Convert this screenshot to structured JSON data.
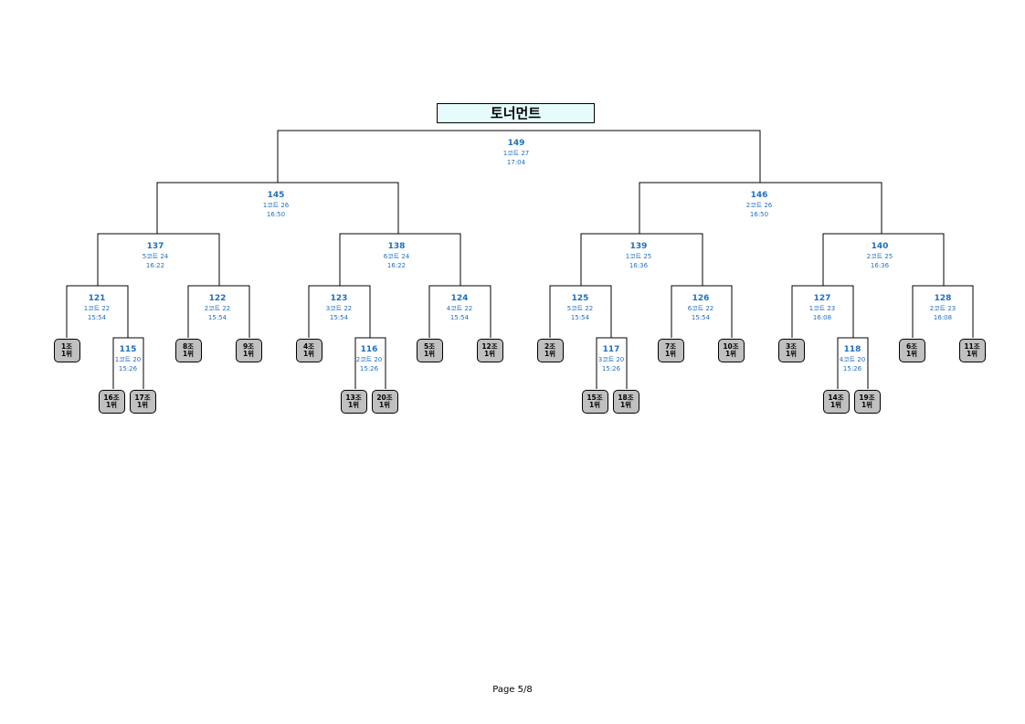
{
  "title": "토너먼트",
  "footer": "Page 5/8",
  "matches": [
    {
      "id": "m149",
      "num": "149",
      "court": "1코트 27",
      "time": "17:04"
    },
    {
      "id": "m145",
      "num": "145",
      "court": "1코트 26",
      "time": "16:50"
    },
    {
      "id": "m146",
      "num": "146",
      "court": "2코트 26",
      "time": "16:50"
    },
    {
      "id": "m137",
      "num": "137",
      "court": "5코트 24",
      "time": "16:22"
    },
    {
      "id": "m138",
      "num": "138",
      "court": "6코트 24",
      "time": "16:22"
    },
    {
      "id": "m139",
      "num": "139",
      "court": "1코트 25",
      "time": "16:36"
    },
    {
      "id": "m140",
      "num": "140",
      "court": "2코트 25",
      "time": "16:36"
    },
    {
      "id": "m121",
      "num": "121",
      "court": "1코트 22",
      "time": "15:54"
    },
    {
      "id": "m122",
      "num": "122",
      "court": "2코트 22",
      "time": "15:54"
    },
    {
      "id": "m123",
      "num": "123",
      "court": "3코트 22",
      "time": "15:54"
    },
    {
      "id": "m124",
      "num": "124",
      "court": "4코트 22",
      "time": "15:54"
    },
    {
      "id": "m125",
      "num": "125",
      "court": "5코트 22",
      "time": "15:54"
    },
    {
      "id": "m126",
      "num": "126",
      "court": "6코트 22",
      "time": "15:54"
    },
    {
      "id": "m127",
      "num": "127",
      "court": "1코트 23",
      "time": "16:08"
    },
    {
      "id": "m128",
      "num": "128",
      "court": "2코트 23",
      "time": "16:08"
    },
    {
      "id": "m115",
      "num": "115",
      "court": "1코트 20",
      "time": "15:26"
    },
    {
      "id": "m116",
      "num": "116",
      "court": "2코트 20",
      "time": "15:26"
    },
    {
      "id": "m117",
      "num": "117",
      "court": "3코트 20",
      "time": "15:26"
    },
    {
      "id": "m118",
      "num": "118",
      "court": "4코트 20",
      "time": "15:26"
    }
  ],
  "teams": [
    {
      "id": "t1",
      "group": "1조",
      "rank": "1위"
    },
    {
      "id": "t16",
      "group": "16조",
      "rank": "1위"
    },
    {
      "id": "t17",
      "group": "17조",
      "rank": "1위"
    },
    {
      "id": "t8",
      "group": "8조",
      "rank": "1위"
    },
    {
      "id": "t9",
      "group": "9조",
      "rank": "1위"
    },
    {
      "id": "t4",
      "group": "4조",
      "rank": "1위"
    },
    {
      "id": "t13",
      "group": "13조",
      "rank": "1위"
    },
    {
      "id": "t20",
      "group": "20조",
      "rank": "1위"
    },
    {
      "id": "t5",
      "group": "5조",
      "rank": "1위"
    },
    {
      "id": "t12",
      "group": "12조",
      "rank": "1위"
    },
    {
      "id": "t2",
      "group": "2조",
      "rank": "1위"
    },
    {
      "id": "t15",
      "group": "15조",
      "rank": "1위"
    },
    {
      "id": "t18",
      "group": "18조",
      "rank": "1위"
    },
    {
      "id": "t7",
      "group": "7조",
      "rank": "1위"
    },
    {
      "id": "t10",
      "group": "10조",
      "rank": "1위"
    },
    {
      "id": "t3",
      "group": "3조",
      "rank": "1위"
    },
    {
      "id": "t14",
      "group": "14조",
      "rank": "1위"
    },
    {
      "id": "t19",
      "group": "19조",
      "rank": "1위"
    },
    {
      "id": "t6",
      "group": "6조",
      "rank": "1위"
    },
    {
      "id": "t11",
      "group": "11조",
      "rank": "1위"
    }
  ]
}
